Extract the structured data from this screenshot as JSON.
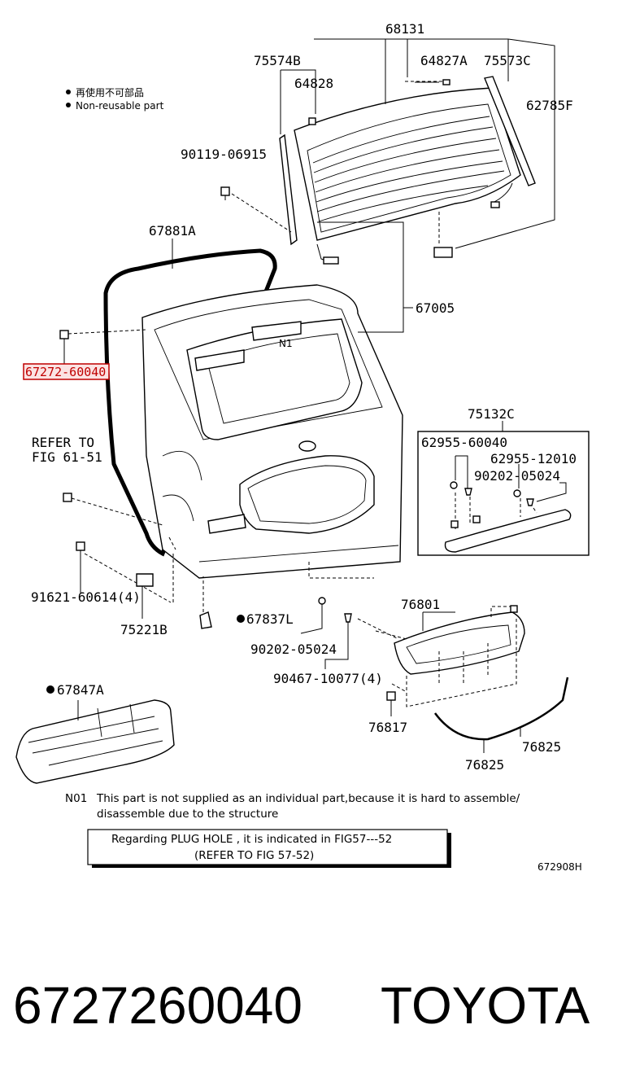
{
  "diagram": {
    "legend": {
      "jp": "再使用不可部品",
      "en": "Non-reusable part"
    },
    "labels": {
      "l68131": "68131",
      "l75574B": "75574B",
      "l64828": "64828",
      "l64827A": "64827A",
      "l75573C": "75573C",
      "l62785F": "62785F",
      "l90119": "90119-06915",
      "l67881A": "67881A",
      "l67005": "67005",
      "l67272": "67272-60040",
      "refer_line1": "REFER TO",
      "refer_line2": "FIG 61-51",
      "l75132C": "75132C",
      "l62955_60040": "62955-60040",
      "l62955_12010": "62955-12010",
      "l90202_05024_a": "90202-05024",
      "l91621": "91621-60614(4)",
      "l75221B": "75221B",
      "l67837L": "67837L",
      "l76801": "76801",
      "l90202_05024_b": "90202-05024",
      "l90467": "90467-10077(4)",
      "l67847A": "67847A",
      "l76817": "76817",
      "l76825_a": "76825",
      "l76825_b": "76825",
      "n01": "N01",
      "n1_mark": "N1",
      "n01_line1": "This part is not supplied as an individual part,because it is hard to assemble/",
      "n01_line2": "disassemble due to the structure",
      "box_line1": "Regarding PLUG HOLE , it is indicated in FIG57---52",
      "box_line2": "(REFER TO FIG 57-52)",
      "fig_code": "672908H"
    },
    "highlight_color": "#c00000"
  },
  "footer": {
    "part_number": "6727260040",
    "brand": "TOYOTA"
  }
}
